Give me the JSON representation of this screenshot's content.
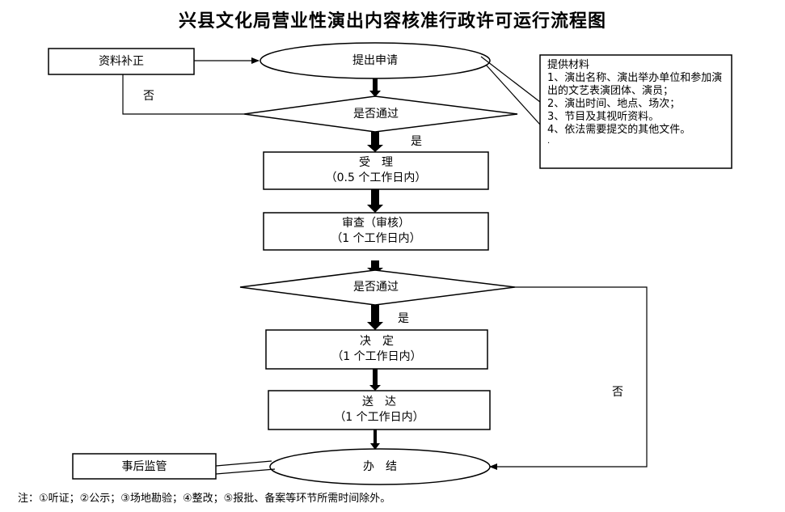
{
  "title": "兴县文化局营业性演出内容核准行政许可运行流程图",
  "nodes": {
    "supplement": "资料补正",
    "apply": "提出申请",
    "check1": "是否通过",
    "accept": {
      "line1": "受　理",
      "line2": "（0.5 个工作日内）"
    },
    "review": {
      "line1": "审查（审核）",
      "line2": "（1 个工作日内）"
    },
    "check2": "是否通过",
    "decide": {
      "line1": "决　定",
      "line2": "（1 个工作日内）"
    },
    "deliver": {
      "line1": "送　达",
      "line2": "（1 个工作日内）"
    },
    "finish": "办　结",
    "supervise": "事后监管"
  },
  "edges": {
    "no1": "否",
    "yes1": "是",
    "yes2": "是",
    "no2": "否"
  },
  "materials": {
    "heading": "提供材料",
    "items": [
      "1、演出名称、演出举办单位和参加演出的文艺表演团体、演员；",
      "2、演出时间、地点、场次；",
      "3、节目及其视听资料。",
      "4、依法需要提交的其他文件。"
    ],
    "trailing": "."
  },
  "note": "注：①听证；②公示；③场地勘验；④整改；⑤报批、备案等环节所需时间除外。"
}
